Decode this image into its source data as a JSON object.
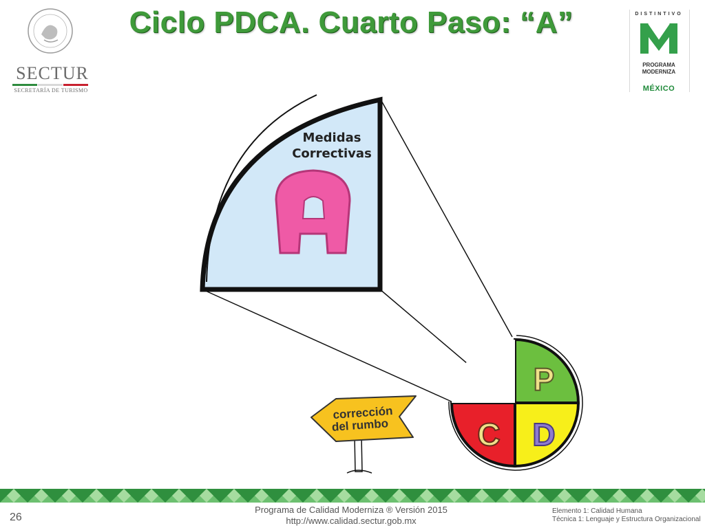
{
  "slide": {
    "title": "Ciclo PDCA. Cuarto Paso: “A”",
    "page_number": "26"
  },
  "logos": {
    "sectur_name": "SECTUR",
    "sectur_subtitle": "SECRETARÍA DE TURISMO",
    "badge_top": "DISTINTIVO",
    "badge_letter": "M",
    "badge_program_line1": "PROGRAMA",
    "badge_program_line2": "MODERNIZA",
    "badge_country": "MÉXICO"
  },
  "diagram": {
    "zoom_label_line1": "Medidas",
    "zoom_label_line2": "Correctivas",
    "zoom_letter": "A",
    "quadrant_letters": {
      "p": "P",
      "c": "C",
      "d": "D"
    },
    "sign_line1": "corrección",
    "sign_line2": "del rumbo",
    "colors": {
      "quadrant_p": "#6cbf3f",
      "quadrant_c": "#e8202a",
      "quadrant_d": "#f7ef1a",
      "zoom_fill": "#d2e8f8",
      "letter_a": "#ef5aa6",
      "letter_d": "#8e7ad0",
      "letter_pc": "#efe189",
      "sign": "#f7c21f",
      "title": "#3f9a3a"
    }
  },
  "footer": {
    "center_line1": "Programa de Calidad Moderniza ® Versión 2015",
    "center_line2": "http://www.calidad.sectur.gob.mx",
    "right_line1": "Elemento 1: Calidad Humana",
    "right_line2": "Técnica 1: Lenguaje y Estructura Organizacional"
  }
}
